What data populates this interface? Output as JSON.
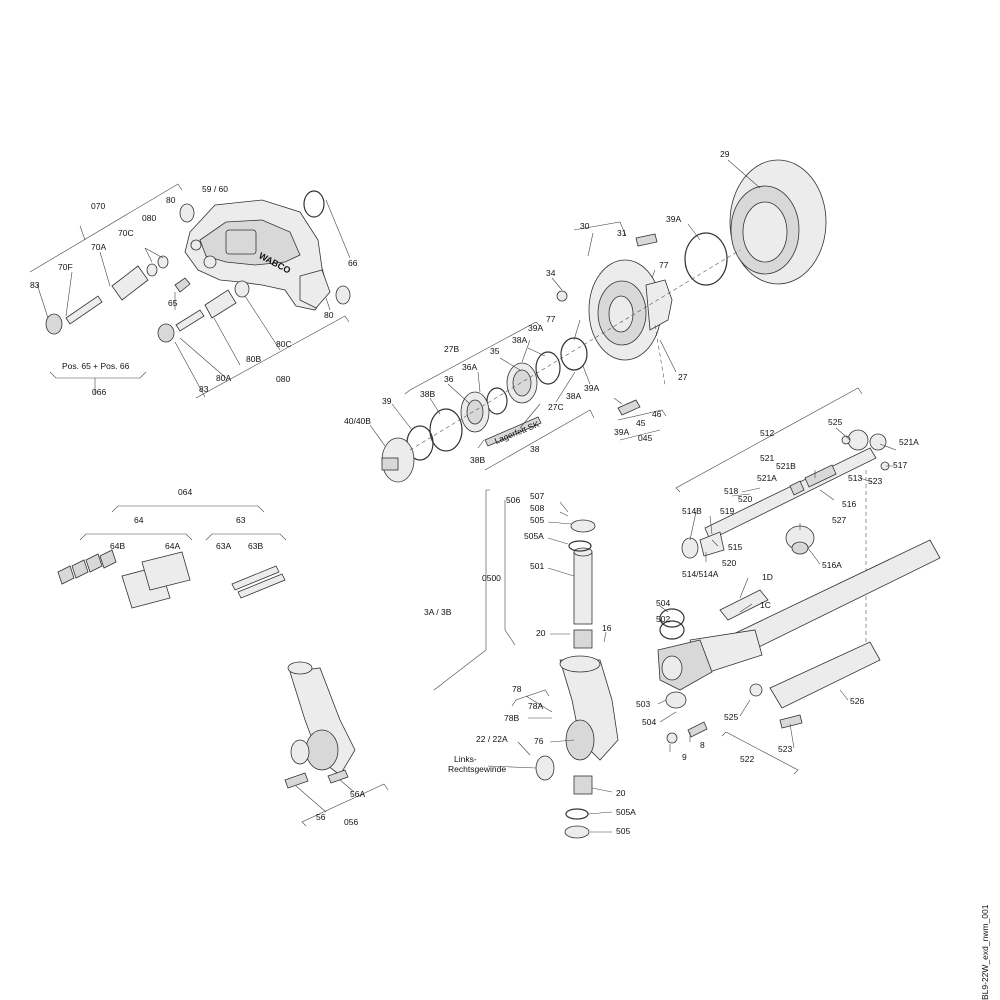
{
  "drawing_id": "BL9-22W_exd_nwm_001",
  "brand_mark": "WABCO",
  "labels": {
    "l_070": "070",
    "l_5960": "59 / 60",
    "l_80a_top": "80",
    "l_080_top": "080",
    "l_70C": "70C",
    "l_70A": "70A",
    "l_70F": "70F",
    "l_83_top": "83",
    "l_66": "66",
    "l_65": "65",
    "l_80_right": "80",
    "l_80C": "80C",
    "l_80B": "80B",
    "l_80A": "80A",
    "l_83_bot": "83",
    "l_080_bot": "080",
    "l_pos": "Pos. 65 + Pos. 66",
    "l_066": "066",
    "l_29": "29",
    "l_30": "30",
    "l_31": "31",
    "l_39A_top": "39A",
    "l_77_top": "77",
    "l_34": "34",
    "l_77": "77",
    "l_39A_mid": "39A",
    "l_38A_top": "38A",
    "l_27B": "27B",
    "l_35": "35",
    "l_36A": "36A",
    "l_36": "36",
    "l_38B_top": "38B",
    "l_39": "39",
    "l_4040B": "40/40B",
    "l_lager": "Lagerfett SK",
    "l_27C": "27C",
    "l_38A_bot": "38A",
    "l_39A_bot": "39A",
    "l_27": "27",
    "l_46": "46",
    "l_45": "45",
    "l_39A_045": "39A",
    "l_045": "045",
    "l_38B_bot": "38B",
    "l_38": "38",
    "l_064": "064",
    "l_64": "64",
    "l_63": "63",
    "l_64B": "64B",
    "l_64A": "64A",
    "l_63A": "63A",
    "l_63B": "63B",
    "l_525_top": "525",
    "l_521A_top": "521A",
    "l_512": "512",
    "l_521": "521",
    "l_521B": "521B",
    "l_517": "517",
    "l_521A_mid": "521A",
    "l_513": "513",
    "l_523_top": "523",
    "l_518": "518",
    "l_520_top": "520",
    "l_516": "516",
    "l_514B": "514B",
    "l_519": "519",
    "l_527": "527",
    "l_515": "515",
    "l_520_bot": "520",
    "l_514": "514/514A",
    "l_516A": "516A",
    "l_1D": "1D",
    "l_1C": "1C",
    "l_506": "506",
    "l_507": "507",
    "l_508": "508",
    "l_505_top": "505",
    "l_505A_top": "505A",
    "l_501": "501",
    "l_0500": "0500",
    "l_3A3B": "3A / 3B",
    "l_20_top": "20",
    "l_16": "16",
    "l_504_top": "504",
    "l_502": "502",
    "l_503": "503",
    "l_504_bot": "504",
    "l_8": "8",
    "l_9": "9",
    "l_525_bot": "525",
    "l_526": "526",
    "l_523_bot": "523",
    "l_522": "522",
    "l_78": "78",
    "l_78A": "78A",
    "l_78B": "78B",
    "l_2222A": "22 / 22A",
    "l_76": "76",
    "l_links1": "Links-",
    "l_links2": "Rechtsgewinde",
    "l_20_bot": "20",
    "l_505A_bot": "505A",
    "l_505_bot": "505",
    "l_56": "56",
    "l_56A": "56A",
    "l_056": "056"
  }
}
